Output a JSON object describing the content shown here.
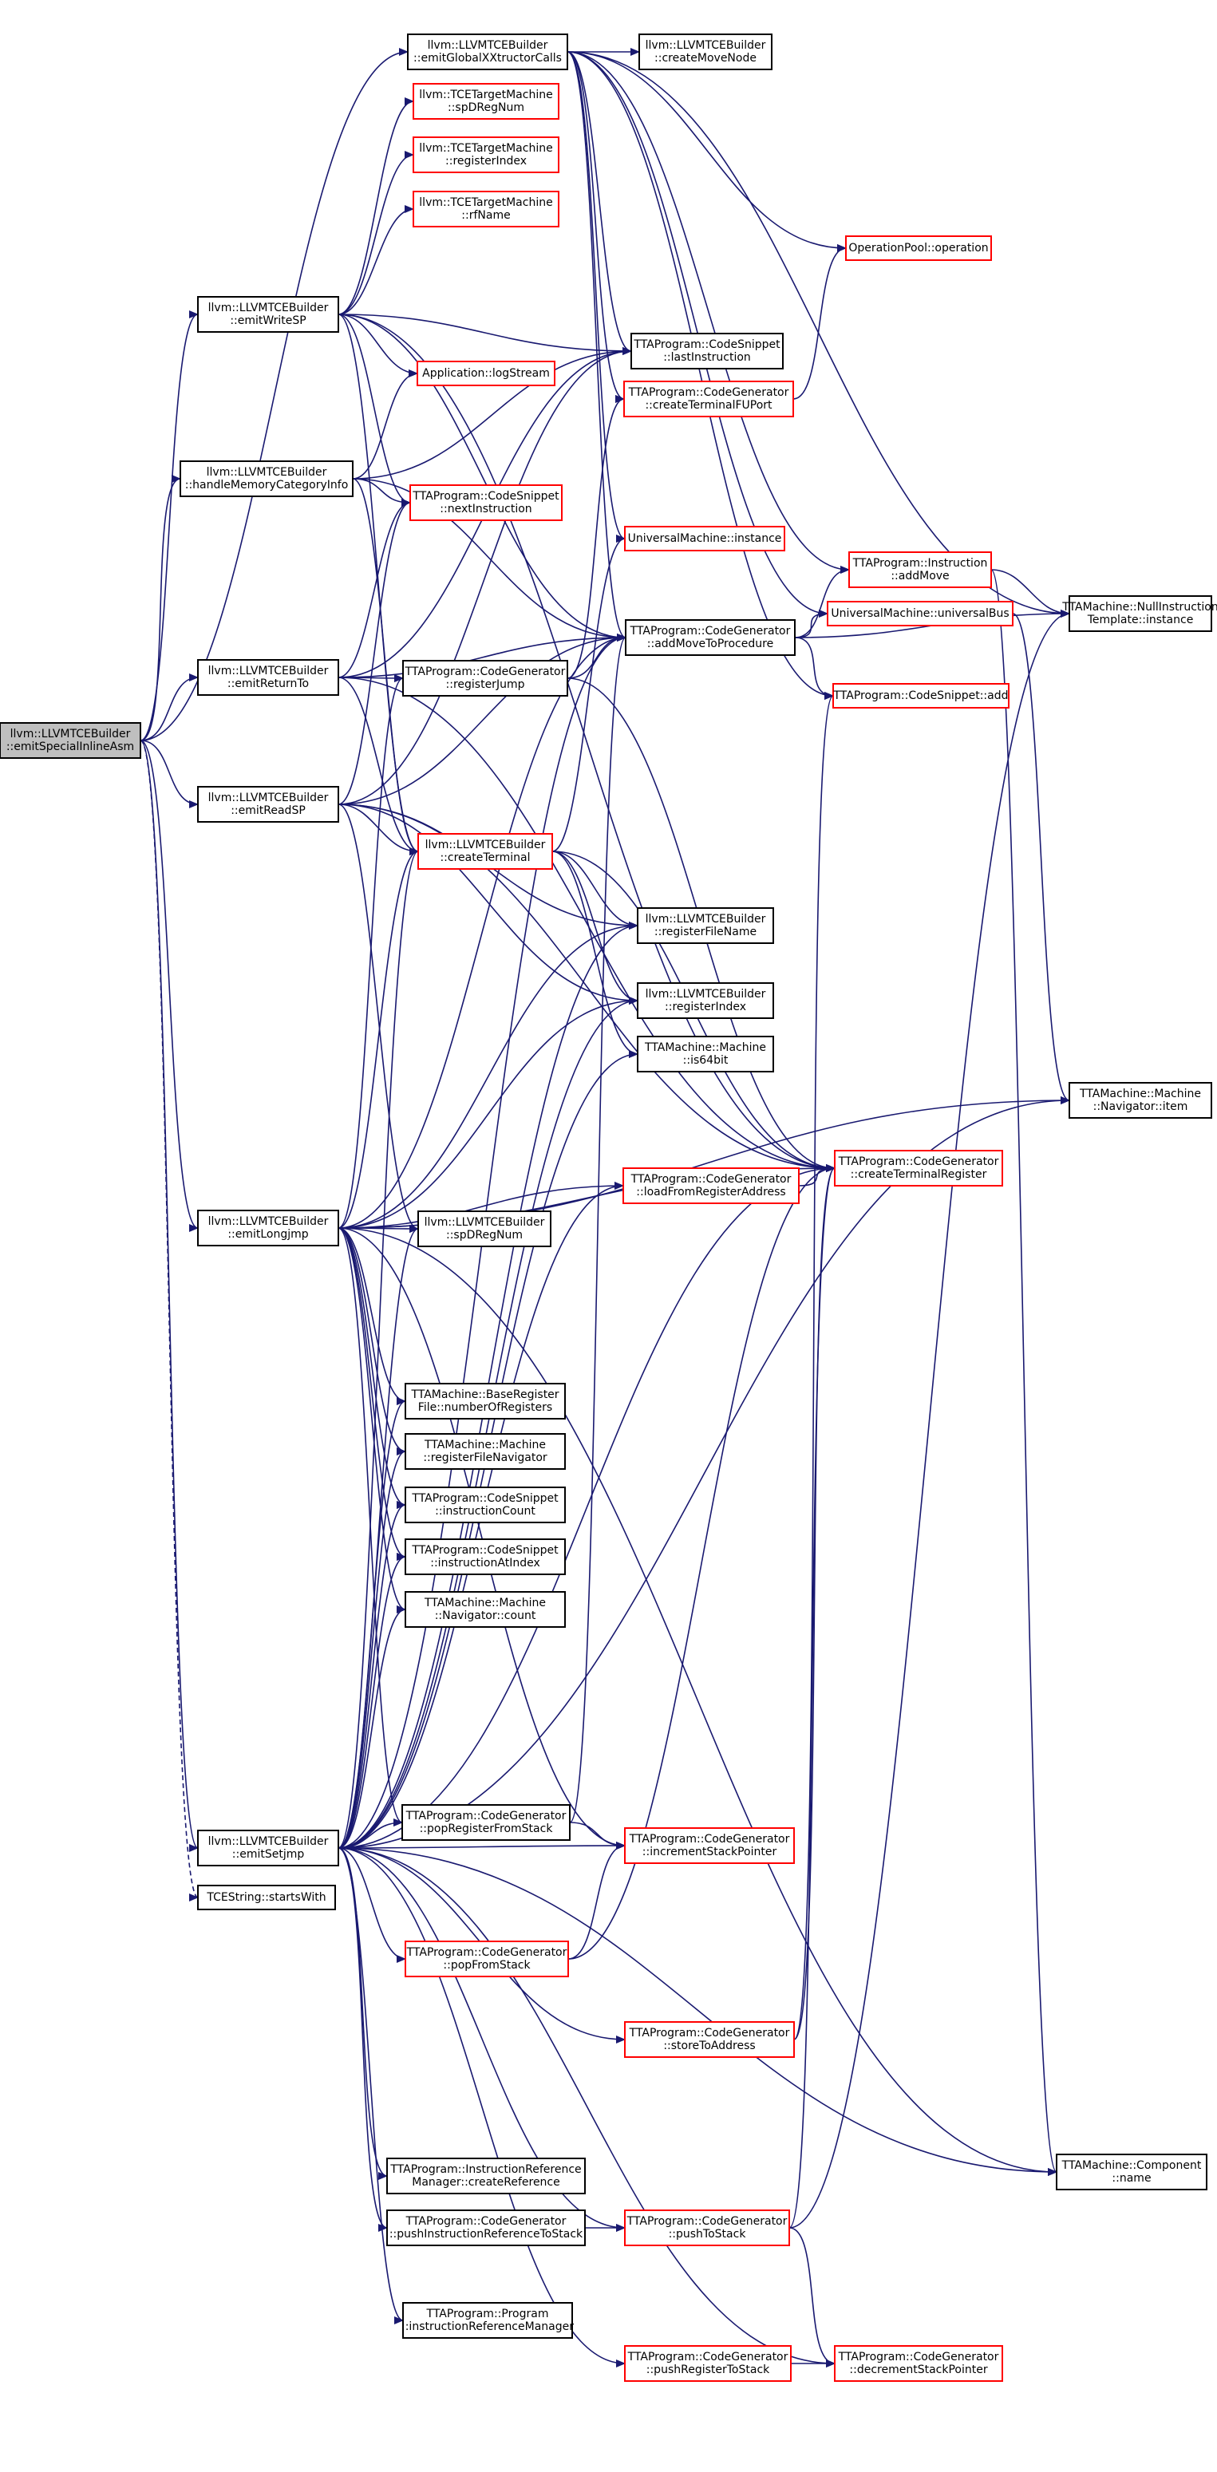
{
  "colors": {
    "edge": "#191970",
    "border_black": "#000000",
    "border_red": "#ff0000",
    "root_fill": "#bfbfbf",
    "node_fill": "#ffffff"
  },
  "nodes": [
    {
      "id": "root",
      "lines": [
        "llvm::LLVMTCEBuilder",
        "::emitSpecialInlineAsm"
      ],
      "border": "black",
      "fill": "gray"
    },
    {
      "id": "emitGlobalXXtructorCalls",
      "lines": [
        "llvm::LLVMTCEBuilder",
        "::emitGlobalXXtructorCalls"
      ],
      "border": "black"
    },
    {
      "id": "createMoveNode",
      "lines": [
        "llvm::LLVMTCEBuilder",
        "::createMoveNode"
      ],
      "border": "black"
    },
    {
      "id": "tm_spDRegNum",
      "lines": [
        "llvm::TCETargetMachine",
        "::spDRegNum"
      ],
      "border": "red"
    },
    {
      "id": "tm_registerIndex",
      "lines": [
        "llvm::TCETargetMachine",
        "::registerIndex"
      ],
      "border": "red"
    },
    {
      "id": "tm_rfName",
      "lines": [
        "llvm::TCETargetMachine",
        "::rfName"
      ],
      "border": "red"
    },
    {
      "id": "opPool",
      "lines": [
        "OperationPool::operation"
      ],
      "border": "red"
    },
    {
      "id": "emitWriteSP",
      "lines": [
        "llvm::LLVMTCEBuilder",
        "::emitWriteSP"
      ],
      "border": "black"
    },
    {
      "id": "lastInstruction",
      "lines": [
        "TTAProgram::CodeSnippet",
        "::lastInstruction"
      ],
      "border": "black"
    },
    {
      "id": "logStream",
      "lines": [
        "Application::logStream"
      ],
      "border": "red"
    },
    {
      "id": "createTerminalFUPort",
      "lines": [
        "TTAProgram::CodeGenerator",
        "::createTerminalFUPort"
      ],
      "border": "red"
    },
    {
      "id": "handleMemory",
      "lines": [
        "llvm::LLVMTCEBuilder",
        "::handleMemoryCategoryInfo"
      ],
      "border": "black"
    },
    {
      "id": "nextInstruction",
      "lines": [
        "TTAProgram::CodeSnippet",
        "::nextInstruction"
      ],
      "border": "red"
    },
    {
      "id": "umInstance",
      "lines": [
        "UniversalMachine::instance"
      ],
      "border": "red"
    },
    {
      "id": "addMove",
      "lines": [
        "TTAProgram::Instruction",
        "::addMove"
      ],
      "border": "red"
    },
    {
      "id": "universalBus",
      "lines": [
        "UniversalMachine::universalBus"
      ],
      "border": "red"
    },
    {
      "id": "nullInstr",
      "lines": [
        "TTAMachine::NullInstruction",
        "Template::instance"
      ],
      "border": "black"
    },
    {
      "id": "emitReturnTo",
      "lines": [
        "llvm::LLVMTCEBuilder",
        "::emitReturnTo"
      ],
      "border": "black"
    },
    {
      "id": "registerJump",
      "lines": [
        "TTAProgram::CodeGenerator",
        "::registerJump"
      ],
      "border": "black"
    },
    {
      "id": "addMoveToProcedure",
      "lines": [
        "TTAProgram::CodeGenerator",
        "::addMoveToProcedure"
      ],
      "border": "black"
    },
    {
      "id": "snippetAdd",
      "lines": [
        "TTAProgram::CodeSnippet::add"
      ],
      "border": "red"
    },
    {
      "id": "emitReadSP",
      "lines": [
        "llvm::LLVMTCEBuilder",
        "::emitReadSP"
      ],
      "border": "black"
    },
    {
      "id": "createTerminal",
      "lines": [
        "llvm::LLVMTCEBuilder",
        "::createTerminal"
      ],
      "border": "red"
    },
    {
      "id": "registerFileName",
      "lines": [
        "llvm::LLVMTCEBuilder",
        "::registerFileName"
      ],
      "border": "black"
    },
    {
      "id": "b_registerIndex",
      "lines": [
        "llvm::LLVMTCEBuilder",
        "::registerIndex"
      ],
      "border": "black"
    },
    {
      "id": "is64bit",
      "lines": [
        "TTAMachine::Machine",
        "::is64bit"
      ],
      "border": "black"
    },
    {
      "id": "navItem",
      "lines": [
        "TTAMachine::Machine",
        "::Navigator::item"
      ],
      "border": "black"
    },
    {
      "id": "loadFromReg",
      "lines": [
        "TTAProgram::CodeGenerator",
        "::loadFromRegisterAddress"
      ],
      "border": "red"
    },
    {
      "id": "createTerminalRegister",
      "lines": [
        "TTAProgram::CodeGenerator",
        "::createTerminalRegister"
      ],
      "border": "red"
    },
    {
      "id": "emitLongjmp",
      "lines": [
        "llvm::LLVMTCEBuilder",
        "::emitLongjmp"
      ],
      "border": "black"
    },
    {
      "id": "b_spDRegNum",
      "lines": [
        "llvm::LLVMTCEBuilder",
        "::spDRegNum"
      ],
      "border": "black"
    },
    {
      "id": "numberOfRegisters",
      "lines": [
        "TTAMachine::BaseRegister",
        "File::numberOfRegisters"
      ],
      "border": "black"
    },
    {
      "id": "rfNavigator",
      "lines": [
        "TTAMachine::Machine",
        "::registerFileNavigator"
      ],
      "border": "black"
    },
    {
      "id": "instructionCount",
      "lines": [
        "TTAProgram::CodeSnippet",
        "::instructionCount"
      ],
      "border": "black"
    },
    {
      "id": "instructionAtIndex",
      "lines": [
        "TTAProgram::CodeSnippet",
        "::instructionAtIndex"
      ],
      "border": "black"
    },
    {
      "id": "navCount",
      "lines": [
        "TTAMachine::Machine",
        "::Navigator::count"
      ],
      "border": "black"
    },
    {
      "id": "emitSetjmp",
      "lines": [
        "llvm::LLVMTCEBuilder",
        "::emitSetjmp"
      ],
      "border": "black"
    },
    {
      "id": "popRegFromStack",
      "lines": [
        "TTAProgram::CodeGenerator",
        "::popRegisterFromStack"
      ],
      "border": "black"
    },
    {
      "id": "incStack",
      "lines": [
        "TTAProgram::CodeGenerator",
        "::incrementStackPointer"
      ],
      "border": "red"
    },
    {
      "id": "startsWith",
      "lines": [
        "TCEString::startsWith"
      ],
      "border": "black"
    },
    {
      "id": "popFromStack",
      "lines": [
        "TTAProgram::CodeGenerator",
        "::popFromStack"
      ],
      "border": "red"
    },
    {
      "id": "storeToAddress",
      "lines": [
        "TTAProgram::CodeGenerator",
        "::storeToAddress"
      ],
      "border": "red"
    },
    {
      "id": "componentName",
      "lines": [
        "TTAMachine::Component",
        "::name"
      ],
      "border": "black"
    },
    {
      "id": "createReference",
      "lines": [
        "TTAProgram::InstructionReference",
        "Manager::createReference"
      ],
      "border": "black"
    },
    {
      "id": "pushInstrRef",
      "lines": [
        "TTAProgram::CodeGenerator",
        "::pushInstructionReferenceToStack"
      ],
      "border": "black"
    },
    {
      "id": "pushToStack",
      "lines": [
        "TTAProgram::CodeGenerator",
        "::pushToStack"
      ],
      "border": "red"
    },
    {
      "id": "irManager",
      "lines": [
        "TTAProgram::Program",
        "::instructionReferenceManager"
      ],
      "border": "black"
    },
    {
      "id": "pushRegToStack",
      "lines": [
        "TTAProgram::CodeGenerator",
        "::pushRegisterToStack"
      ],
      "border": "red"
    },
    {
      "id": "decStack",
      "lines": [
        "TTAProgram::CodeGenerator",
        "::decrementStackPointer"
      ],
      "border": "red"
    }
  ]
}
